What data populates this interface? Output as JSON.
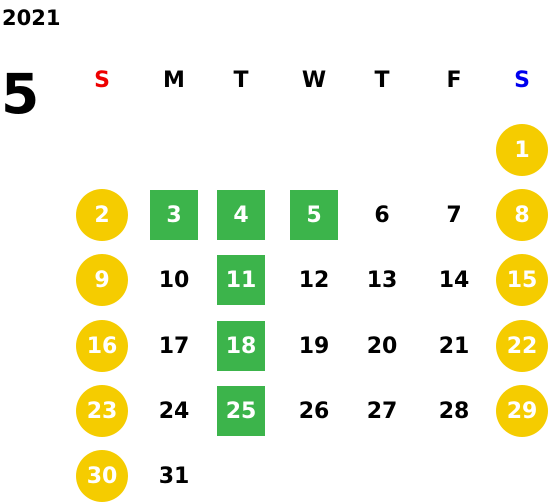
{
  "calendar": {
    "year": "2021",
    "month": "5",
    "weekday_headers": [
      {
        "label": "S",
        "color": "#ee0000"
      },
      {
        "label": "M",
        "color": "#000000"
      },
      {
        "label": "T",
        "color": "#000000"
      },
      {
        "label": "W",
        "color": "#000000"
      },
      {
        "label": "T",
        "color": "#000000"
      },
      {
        "label": "F",
        "color": "#000000"
      },
      {
        "label": "S",
        "color": "#0000ee"
      }
    ],
    "colors": {
      "weekend_circle": "#f5cc00",
      "holiday_box": "#3cb44b",
      "text": "#000000"
    },
    "weeks": [
      [
        null,
        null,
        null,
        null,
        null,
        null,
        {
          "day": "1",
          "type": "weekend"
        }
      ],
      [
        {
          "day": "2",
          "type": "weekend"
        },
        {
          "day": "3",
          "type": "holiday"
        },
        {
          "day": "4",
          "type": "holiday"
        },
        {
          "day": "5",
          "type": "holiday"
        },
        {
          "day": "6",
          "type": "normal"
        },
        {
          "day": "7",
          "type": "normal"
        },
        {
          "day": "8",
          "type": "weekend"
        }
      ],
      [
        {
          "day": "9",
          "type": "weekend"
        },
        {
          "day": "10",
          "type": "normal"
        },
        {
          "day": "11",
          "type": "holiday"
        },
        {
          "day": "12",
          "type": "normal"
        },
        {
          "day": "13",
          "type": "normal"
        },
        {
          "day": "14",
          "type": "normal"
        },
        {
          "day": "15",
          "type": "weekend"
        }
      ],
      [
        {
          "day": "16",
          "type": "weekend"
        },
        {
          "day": "17",
          "type": "normal"
        },
        {
          "day": "18",
          "type": "holiday"
        },
        {
          "day": "19",
          "type": "normal"
        },
        {
          "day": "20",
          "type": "normal"
        },
        {
          "day": "21",
          "type": "normal"
        },
        {
          "day": "22",
          "type": "weekend"
        }
      ],
      [
        {
          "day": "23",
          "type": "weekend"
        },
        {
          "day": "24",
          "type": "normal"
        },
        {
          "day": "25",
          "type": "holiday"
        },
        {
          "day": "26",
          "type": "normal"
        },
        {
          "day": "27",
          "type": "normal"
        },
        {
          "day": "28",
          "type": "normal"
        },
        {
          "day": "29",
          "type": "weekend"
        }
      ],
      [
        {
          "day": "30",
          "type": "weekend"
        },
        {
          "day": "31",
          "type": "normal"
        },
        null,
        null,
        null,
        null,
        null
      ]
    ]
  }
}
